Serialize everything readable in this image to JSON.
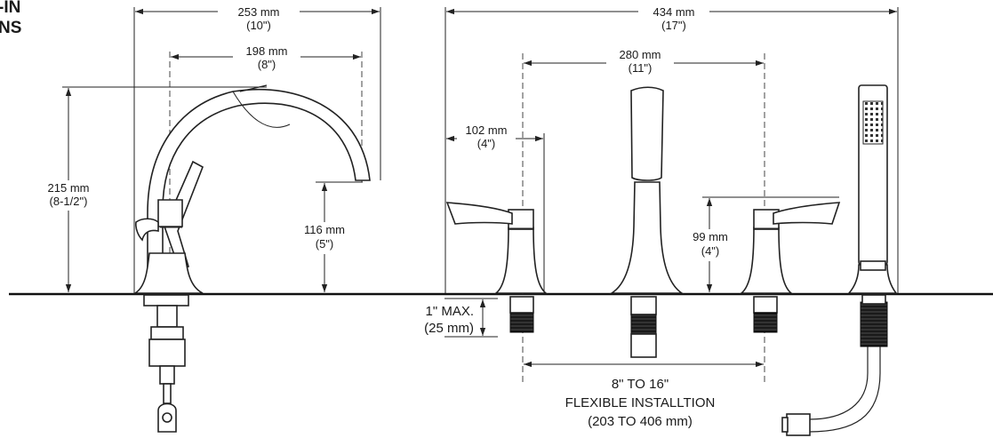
{
  "header": {
    "line1": "-IN",
    "line2": "NS"
  },
  "left_unit": {
    "width_overall": {
      "mm": "253 mm",
      "in": "(10\")"
    },
    "spout_reach": {
      "mm": "198 mm",
      "in": "(8\")"
    },
    "height": {
      "mm": "215 mm",
      "in": "(8-1/2\")"
    },
    "spout_clearance": {
      "mm": "116 mm",
      "in": "(5\")"
    }
  },
  "right_unit": {
    "width_overall": {
      "mm": "434 mm",
      "in": "(17\")"
    },
    "center_spacing": {
      "mm": "280 mm",
      "in": "(11\")"
    },
    "handle_offset": {
      "mm": "102 mm",
      "in": "(4\")"
    },
    "handle_height": {
      "mm": "99 mm",
      "in": "(4\")"
    },
    "deck_thickness": {
      "line1": "1\" MAX.",
      "line2": "(25 mm)"
    },
    "installation": {
      "line1": "8\" TO 16\"",
      "line2": "FLEXIBLE INSTALLTION",
      "line3": "(203 TO 406 mm)"
    }
  }
}
